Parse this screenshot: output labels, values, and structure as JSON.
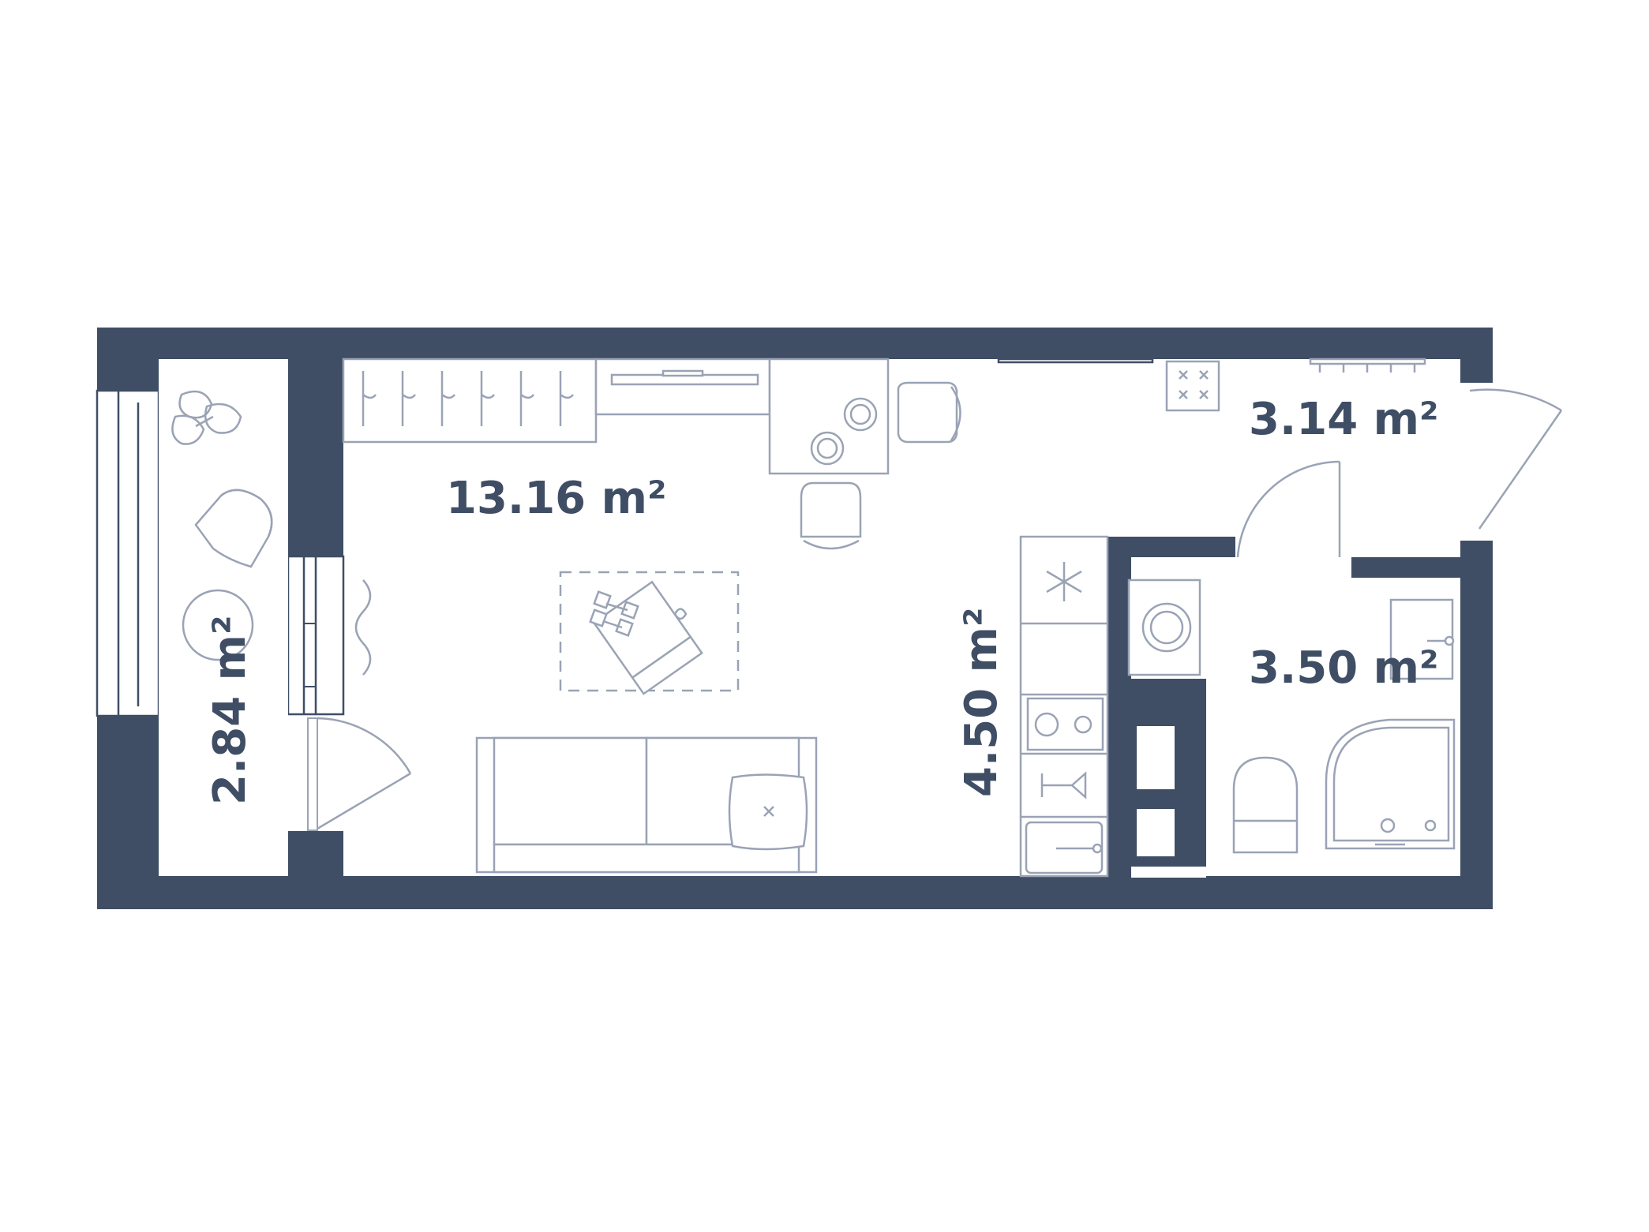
{
  "colors": {
    "wall": "#3f4e65",
    "furniture_stroke": "#9aa3b5",
    "background": "#ffffff"
  },
  "rooms": {
    "living_room": {
      "area": "13.16 m²"
    },
    "hallway": {
      "area": "3.14 m²"
    },
    "bathroom": {
      "area": "3.50 m²"
    },
    "kitchen": {
      "area": "4.50 m²"
    },
    "balcony": {
      "area": "2.84 m²"
    }
  },
  "icons": [
    "wardrobe-icon",
    "tv-icon",
    "dining-table-icon",
    "chair-icon",
    "stove-icon",
    "fridge-icon",
    "cooktop-icon",
    "kitchen-sink-icon",
    "washing-machine-icon",
    "toilet-icon",
    "shower-icon",
    "bathroom-sink-icon",
    "sofa-icon",
    "pillow-icon",
    "yoga-mat-icon",
    "dumbbell-icon",
    "plant-icon",
    "round-table-icon",
    "radiator-icon",
    "door-icon",
    "window-icon"
  ]
}
